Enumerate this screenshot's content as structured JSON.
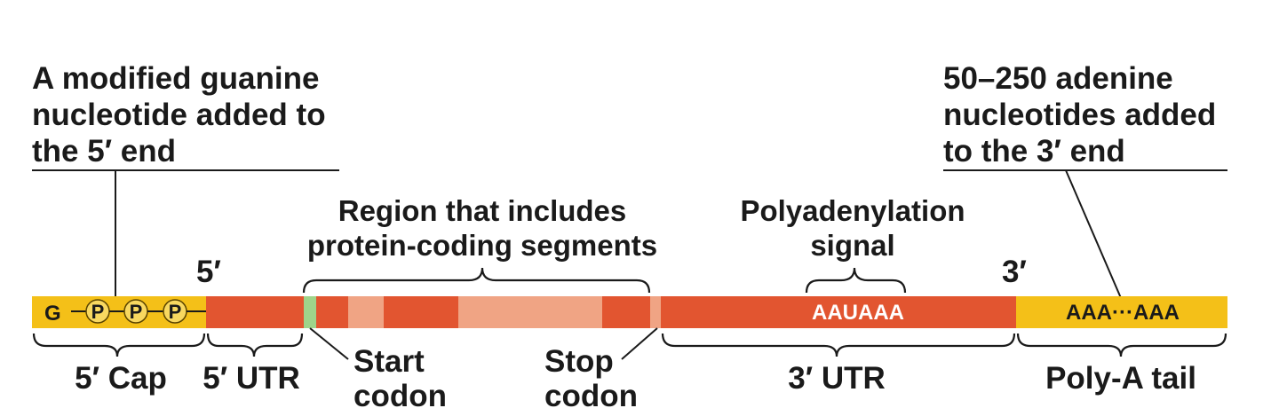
{
  "colors": {
    "cap_yellow": "#f4c018",
    "utr_red": "#e25530",
    "exon_red": "#e25530",
    "intron_salmon": "#f0a484",
    "start_green": "#9fd48a",
    "text": "#1a1a1a",
    "white_text": "#ffffff"
  },
  "annotations": {
    "cap_note": [
      "A modified guanine",
      "nucleotide added to",
      "the 5′ end"
    ],
    "tail_note": [
      "50–250 adenine",
      "nucleotides added",
      "to the 3′ end"
    ],
    "coding_region": [
      "Region that includes",
      "protein-coding segments"
    ],
    "polya_signal": [
      "Polyadenylation",
      "signal"
    ]
  },
  "ends": {
    "five_prime": "5′",
    "three_prime": "3′"
  },
  "cap": {
    "g": "G",
    "p": "P",
    "dash": "–"
  },
  "strip": {
    "signal_seq": "AAUAAA",
    "tail_seq": "AAA···AAA"
  },
  "regions": {
    "cap": "5′ Cap",
    "utr5": "5′ UTR",
    "start": [
      "Start",
      "codon"
    ],
    "stop": [
      "Stop",
      "codon"
    ],
    "utr3": "3′ UTR",
    "tail": "Poly-A tail"
  }
}
